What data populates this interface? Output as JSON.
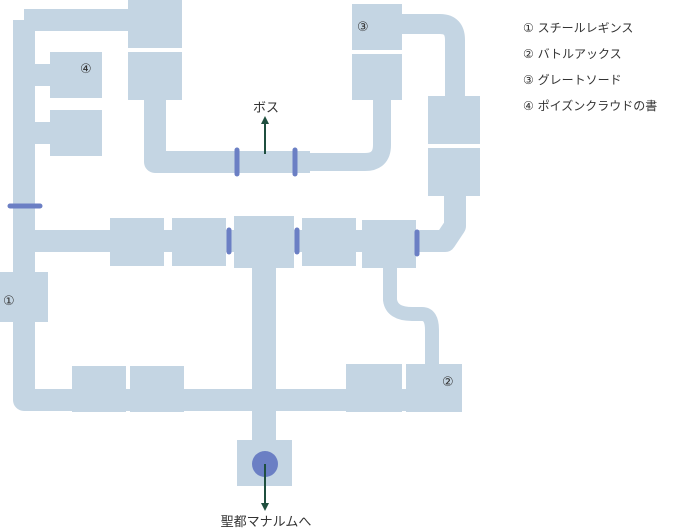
{
  "legend": [
    {
      "marker": "①",
      "name": "スチールレギンス"
    },
    {
      "marker": "②",
      "name": "バトルアックス"
    },
    {
      "marker": "③",
      "name": "グレートソード"
    },
    {
      "marker": "④",
      "name": "ポイズンクラウドの書"
    }
  ],
  "map": {
    "boss_label": "ボス",
    "exit_label": "聖都マナルムへ",
    "markers": {
      "m1": "①",
      "m2": "②",
      "m3": "③",
      "m4": "④"
    },
    "colors": {
      "corridor": "#c4d5e3",
      "door": "#6b7fc4",
      "arrow": "#1f4f3f",
      "text": "#333333"
    }
  }
}
